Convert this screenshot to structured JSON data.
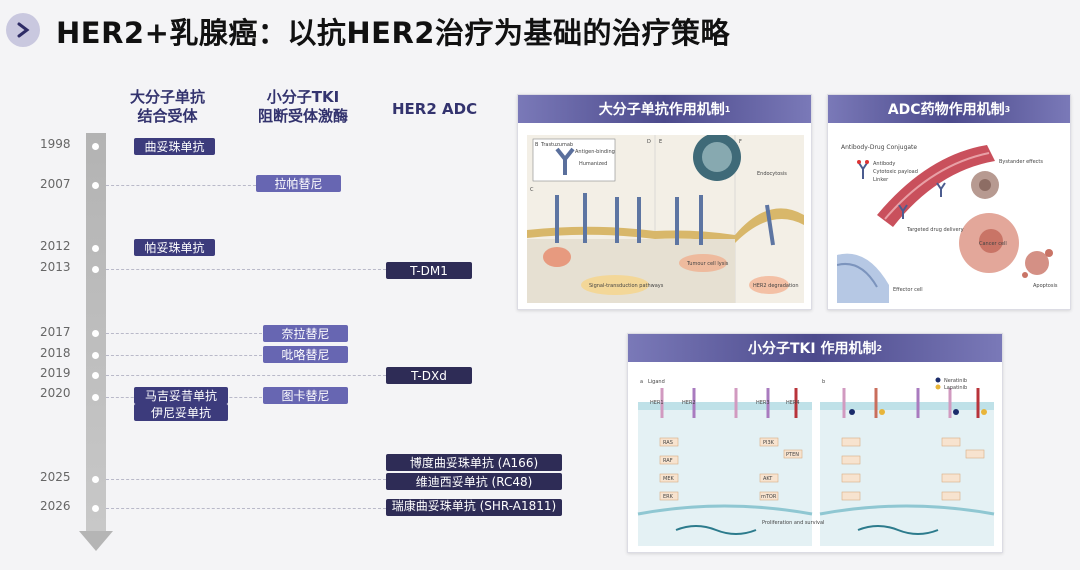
{
  "header": {
    "title": "HER2+乳腺癌：以抗HER2治疗为基础的治疗策略"
  },
  "columns": {
    "mab": [
      "大分子单抗",
      "结合受体"
    ],
    "tki": [
      "小分子TKI",
      "阻断受体激酶"
    ],
    "adc": [
      "HER2 ADC"
    ]
  },
  "years": [
    "1998",
    "2007",
    "2012",
    "2013",
    "2017",
    "2018",
    "2019",
    "2020",
    "2025",
    "2026"
  ],
  "drugs": {
    "trastuzumab": "曲妥珠单抗",
    "lapatinib": "拉帕替尼",
    "pertuzumab": "帕妥珠单抗",
    "tdm1": "T-DM1",
    "neratinib": "奈拉替尼",
    "pyrotinib": "吡咯替尼",
    "tdxd": "T-DXd",
    "margetuximab": "马吉妥昔单抗",
    "tucatinib": "图卡替尼",
    "inetetamab": "伊尼妥单抗",
    "a166": "博度曲妥珠单抗 (A166)",
    "rc48": "维迪西妥单抗 (RC48)",
    "shr1811": "瑞康曲妥珠单抗 (SHR-A1811)"
  },
  "cards": {
    "mab_title": "大分子单抗作用机制",
    "mab_ref": "1",
    "adc_title": "ADC药物作用机制",
    "adc_ref": "3",
    "tki_title": "小分子TKI 作用机制",
    "tki_ref": "2"
  },
  "figure_labels": {
    "mab": {
      "panel_b": "B",
      "trastuzumab": "Trastuzumab",
      "antigen_binding": "Antigen-binding",
      "humanized": "Humanized",
      "panel_c": "C",
      "panel_d": "D",
      "panel_e": "E",
      "panel_f": "F",
      "signal": "Signal-transduction pathways",
      "tumour_lysis": "Tumour cell lysis",
      "degradation": "HER2 degradation",
      "endocytosis": "Endocytosis"
    },
    "adc": {
      "title": "Antibody-Drug Conjugate",
      "antibody": "Antibody",
      "payload": "Cytotoxic payload",
      "linker": "Linker",
      "bystander": "Bystander effects",
      "targeted": "Targeted drug delivery",
      "cancer_cell": "Cancer cell",
      "effector": "Effector cell",
      "apoptosis": "Apoptosis"
    },
    "tki": {
      "panel_a": "a",
      "panel_b": "b",
      "ligand": "Ligand",
      "her1": "HER1",
      "her2": "HER2",
      "her3": "HER3",
      "her4": "HER4",
      "ras": "RAS",
      "raf": "RAF",
      "mek": "MEK",
      "erk": "ERK",
      "pi3k": "PI3K",
      "akt": "AKT",
      "mtor": "mTOR",
      "pten": "PTEN",
      "prolif": "Proliferation and survival",
      "neratinib": "Neratinib",
      "lapatinib": "Lapatinib"
    }
  },
  "colors": {
    "mab_tag": "#3c3b7c",
    "tki_tag": "#6766b2",
    "adc_tag": "#2e2c56",
    "card_title": "#4c4a8c"
  }
}
